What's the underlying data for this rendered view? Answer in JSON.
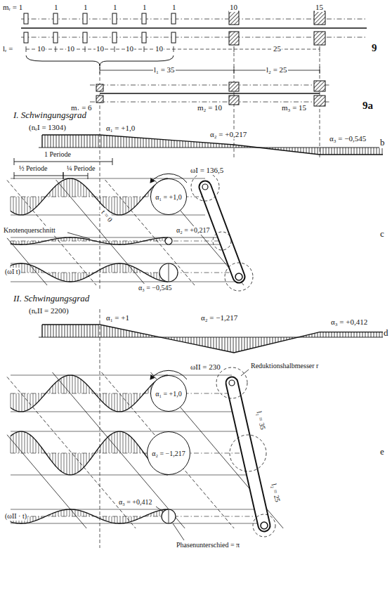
{
  "diagram": {
    "nodes": [
      {
        "text": [
          "α₁ = +1,0"
        ]
      },
      {
        "text": [
          "α₁ = +1,0"
        ]
      },
      {
        "text": [
          "α₂ = −1,217"
        ]
      }
    ],
    "labels": [
      "mᵣ = 1",
      "1",
      "1",
      "1",
      "1",
      "1",
      "10",
      "15",
      "lᵣ =",
      "10",
      "10",
      "10",
      "10",
      "10",
      "25",
      "9",
      "l₁ = 35",
      "l₂ = 25",
      "m₁ = 6",
      "m₂ = 10",
      "m₃ = 15",
      "9a",
      "I. Schwingungsgrad",
      "(nₑI = 1304)",
      "α₁ = +1,0",
      "α₂ = +0,217",
      "α₃ = −0,545",
      "b",
      "1 Periode",
      "½ Periode",
      "¼ Periode",
      "ωI = 136,5",
      "t = 0",
      "α₂ = +0,217",
      "c",
      "Knotenquerschnitt",
      "(ωI t)",
      "α₃ = −0,545",
      "II. Schwingungsgrad",
      "(nₑII = 2200)",
      "α₁ = +1",
      "α₂ = −1,217",
      "α₃ = +0,412",
      "d",
      "ωII = 230",
      "Reduktionshalbmesser r",
      "e",
      "l₁ = 35",
      "l₂ = 25",
      "α₃ = +0,412",
      "(ωII · t)",
      "Phasenunterschied = π"
    ]
  }
}
